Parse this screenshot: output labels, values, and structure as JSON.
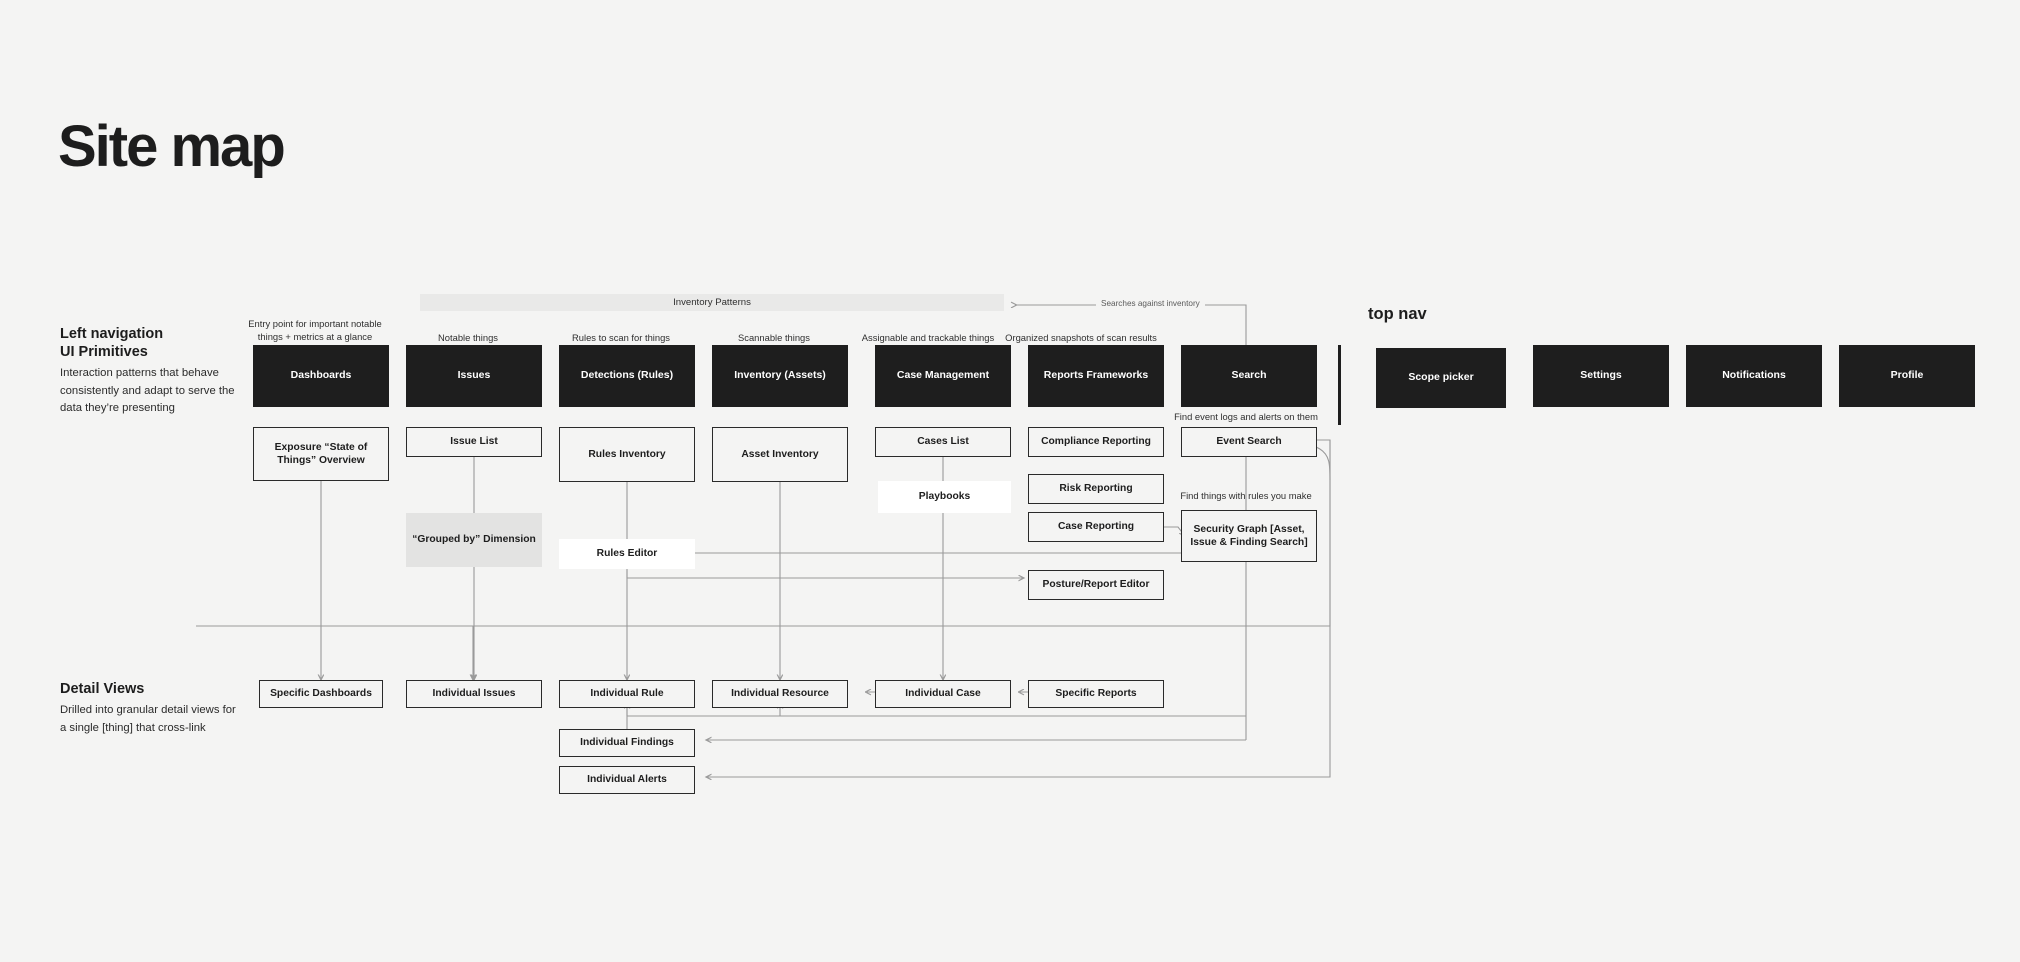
{
  "page": {
    "title": "Site map",
    "background": "#f4f4f3",
    "dark_node_color": "#1e1e1e",
    "outline_node_border": "#2a2a2a",
    "band_color": "#e9e9e8",
    "wire_color": "#9a9a9a"
  },
  "rails": {
    "left_nav": {
      "heading_line1": "Left navigation",
      "heading_line2": "UI Primitives",
      "description": "Interaction patterns that behave consistently and adapt to serve the data they’re presenting"
    },
    "detail_views": {
      "heading_line1": "Detail Views",
      "heading_line2": "",
      "description": "Drilled into granular detail views for a single [thing] that cross-link"
    },
    "top_nav_label": "top nav"
  },
  "band": {
    "inventory_patterns": "Inventory Patterns",
    "searches_against_inventory": "Searches against inventory"
  },
  "column_captions": [
    {
      "id": "dashboards",
      "text": "Entry point for important notable things + metrics at a glance"
    },
    {
      "id": "issues",
      "text": "Notable things"
    },
    {
      "id": "detections",
      "text": "Rules to scan for things"
    },
    {
      "id": "inventory",
      "text": "Scannable things"
    },
    {
      "id": "case-management",
      "text": "Assignable and trackable things"
    },
    {
      "id": "reports",
      "text": "Organized snapshots of scan results"
    }
  ],
  "sub_captions": {
    "search_below": "Find event logs and alerts on them",
    "security_graph_above": "Find things with rules you make"
  },
  "primary_nav": [
    {
      "id": "dashboards",
      "label": "Dashboards"
    },
    {
      "id": "issues",
      "label": "Issues"
    },
    {
      "id": "detections",
      "label": "Detections (Rules)"
    },
    {
      "id": "inventory",
      "label": "Inventory (Assets)"
    },
    {
      "id": "case-management",
      "label": "Case Management"
    },
    {
      "id": "reports-frameworks",
      "label": "Reports Frameworks"
    },
    {
      "id": "search",
      "label": "Search"
    }
  ],
  "top_nav": [
    {
      "id": "scope-picker",
      "label": "Scope picker"
    },
    {
      "id": "settings",
      "label": "Settings"
    },
    {
      "id": "notifications",
      "label": "Notifications"
    },
    {
      "id": "profile",
      "label": "Profile"
    }
  ],
  "list_views": [
    {
      "id": "exposure-overview",
      "label": "Exposure “State of Things” Overview"
    },
    {
      "id": "issue-list",
      "label": "Issue List"
    },
    {
      "id": "rules-inventory",
      "label": "Rules Inventory"
    },
    {
      "id": "asset-inventory",
      "label": "Asset Inventory"
    },
    {
      "id": "cases-list",
      "label": "Cases List"
    },
    {
      "id": "compliance-reporting",
      "label": "Compliance Reporting"
    },
    {
      "id": "event-search",
      "label": "Event Search"
    }
  ],
  "secondary_views": [
    {
      "id": "playbooks",
      "label": "Playbooks"
    },
    {
      "id": "risk-reporting",
      "label": "Risk Reporting"
    },
    {
      "id": "case-reporting",
      "label": "Case Reporting"
    },
    {
      "id": "grouped-by-dimension",
      "label": "“Grouped by” Dimension"
    },
    {
      "id": "rules-editor",
      "label": "Rules Editor"
    },
    {
      "id": "security-graph",
      "label": "Security Graph [Asset, Issue & Finding Search]"
    },
    {
      "id": "posture-report-editor",
      "label": "Posture/Report Editor"
    }
  ],
  "detail_views": [
    {
      "id": "specific-dashboards",
      "label": "Specific Dashboards"
    },
    {
      "id": "individual-issues",
      "label": "Individual Issues"
    },
    {
      "id": "individual-rule",
      "label": "Individual Rule"
    },
    {
      "id": "individual-resource",
      "label": "Individual Resource"
    },
    {
      "id": "individual-case",
      "label": "Individual Case"
    },
    {
      "id": "specific-reports",
      "label": "Specific Reports"
    },
    {
      "id": "individual-findings",
      "label": "Individual Findings"
    },
    {
      "id": "individual-alerts",
      "label": "Individual Alerts"
    }
  ]
}
